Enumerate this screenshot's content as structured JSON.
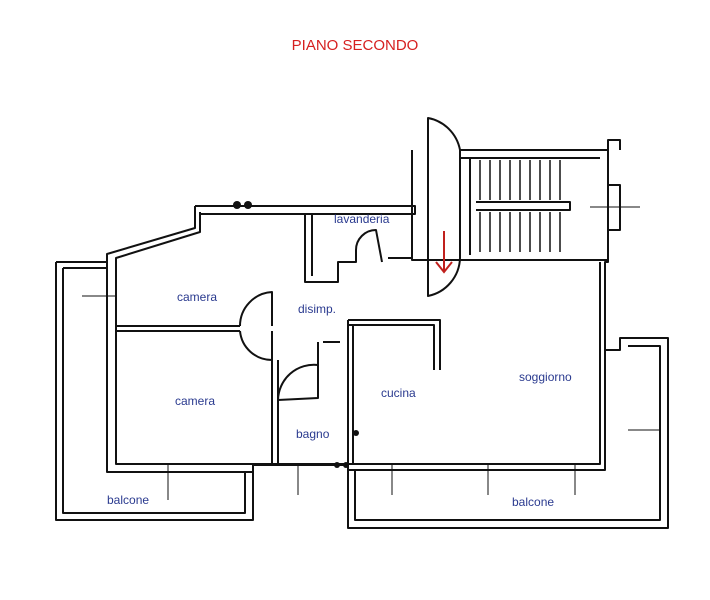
{
  "title": "PIANO SECONDO",
  "rooms": {
    "lavanderia": "lavanderia",
    "disimpegno": "disimp.",
    "camera_1": "camera",
    "camera_2": "camera",
    "bagno": "bagno",
    "cucina": "cucina",
    "soggiorno": "soggiorno",
    "balcone_left": "balcone",
    "balcone_right": "balcone"
  },
  "colors": {
    "title": "#d62020",
    "label": "#2a3a8f",
    "wall": "#111111",
    "arrow": "#c0201d"
  },
  "icons": {
    "entrance_arrow": "arrow-down-icon"
  }
}
